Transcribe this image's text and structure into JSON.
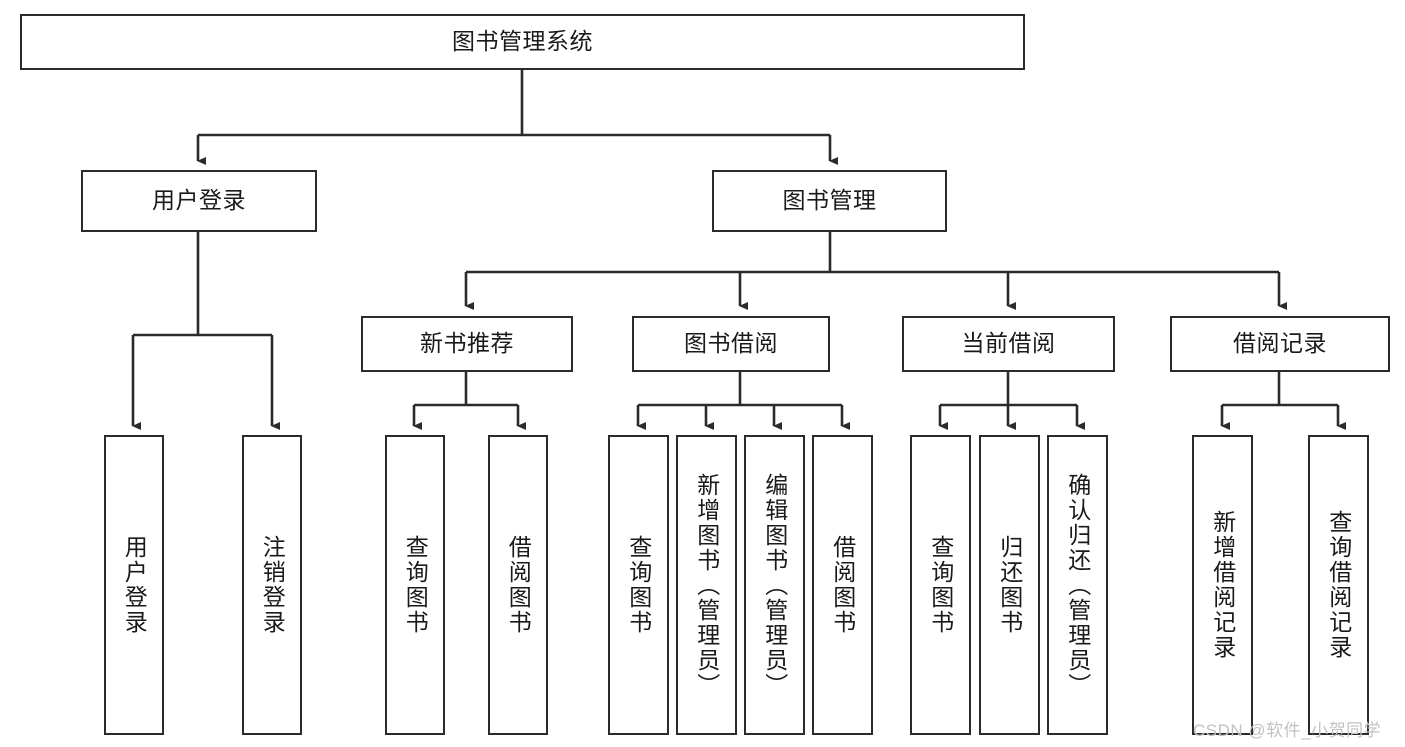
{
  "diagram": {
    "type": "tree-hierarchy-chart",
    "title": "图书管理系统",
    "orientation": "top-down",
    "colors": {
      "box_border": "#2b2b2b",
      "box_fill": "#ffffff",
      "connector": "#2b2b2b",
      "text": "#1a1a1a",
      "watermark": "#c2c2c2",
      "background": "#ffffff"
    },
    "levels": {
      "root": {
        "label": "图书管理系统",
        "orientation": "horizontal"
      },
      "level2": [
        {
          "label": "用户登录",
          "orientation": "horizontal"
        },
        {
          "label": "图书管理",
          "orientation": "horizontal"
        }
      ],
      "level3": [
        {
          "label": "新书推荐",
          "orientation": "horizontal",
          "parent": "图书管理"
        },
        {
          "label": "图书借阅",
          "orientation": "horizontal",
          "parent": "图书管理"
        },
        {
          "label": "当前借阅",
          "orientation": "horizontal",
          "parent": "图书管理"
        },
        {
          "label": "借阅记录",
          "orientation": "horizontal",
          "parent": "图书管理"
        }
      ],
      "leaves": [
        {
          "label": "用户登录",
          "orientation": "vertical",
          "parent": "用户登录"
        },
        {
          "label": "注销登录",
          "orientation": "vertical",
          "parent": "用户登录"
        },
        {
          "label": "查询图书",
          "orientation": "vertical",
          "parent": "新书推荐"
        },
        {
          "label": "借阅图书",
          "orientation": "vertical",
          "parent": "新书推荐"
        },
        {
          "label": "查询图书",
          "orientation": "vertical",
          "parent": "图书借阅"
        },
        {
          "label": "新增图书（管理员）",
          "orientation": "vertical",
          "parent": "图书借阅"
        },
        {
          "label": "编辑图书（管理员）",
          "orientation": "vertical",
          "parent": "图书借阅"
        },
        {
          "label": "借阅图书",
          "orientation": "vertical",
          "parent": "图书借阅"
        },
        {
          "label": "查询图书",
          "orientation": "vertical",
          "parent": "当前借阅"
        },
        {
          "label": "归还图书",
          "orientation": "vertical",
          "parent": "当前借阅"
        },
        {
          "label": "确认归还（管理员）",
          "orientation": "vertical",
          "parent": "当前借阅"
        },
        {
          "label": "新增借阅记录",
          "orientation": "vertical",
          "parent": "借阅记录"
        },
        {
          "label": "查询借阅记录",
          "orientation": "vertical",
          "parent": "借阅记录"
        }
      ]
    }
  },
  "watermark": {
    "text": "CSDN @软件_小贺同学"
  }
}
